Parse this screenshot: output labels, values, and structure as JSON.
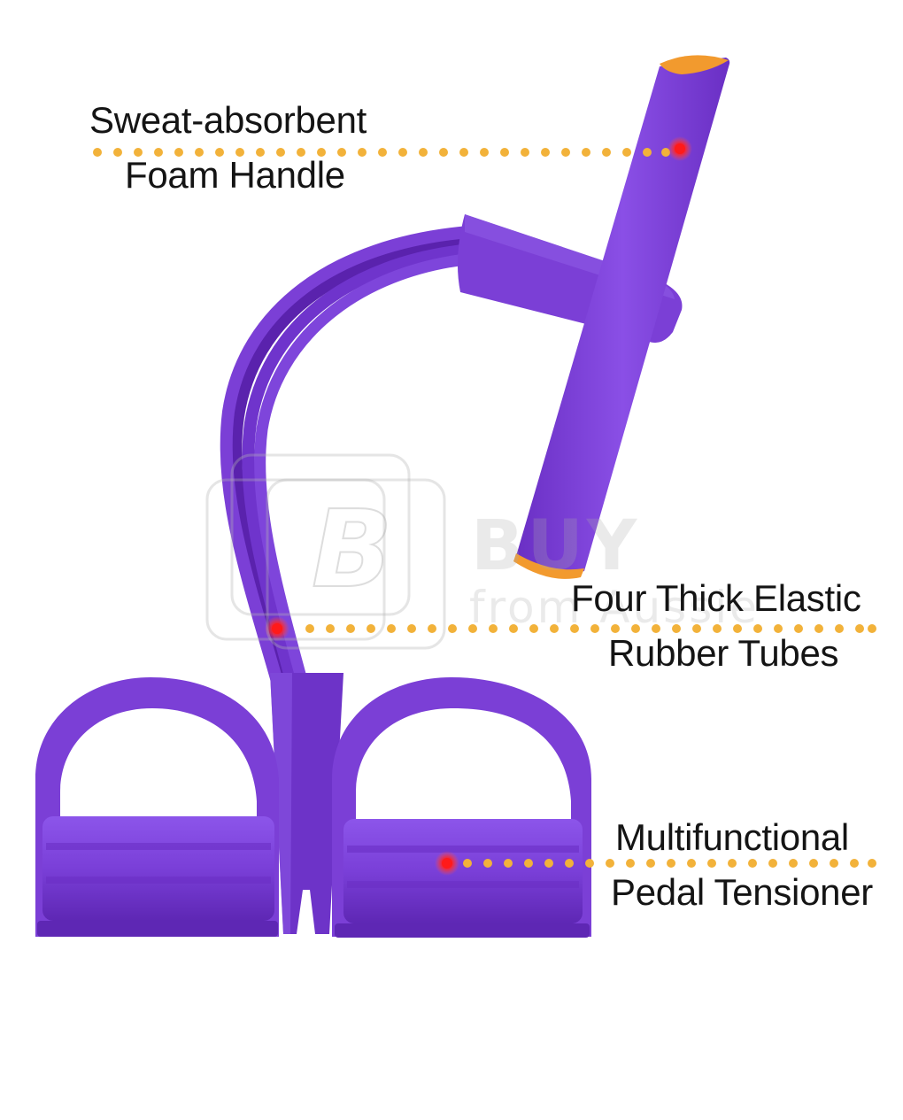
{
  "callouts": {
    "handle": {
      "line1": "Sweat-absorbent",
      "line2": "Foam Handle"
    },
    "tubes": {
      "line1": "Four Thick Elastic",
      "line2": "Rubber Tubes"
    },
    "pedal": {
      "line1": "Multifunctional",
      "line2": "Pedal Tensioner"
    }
  },
  "watermark": {
    "brand_initial": "B",
    "line1": "BUY",
    "line2": "from Aussie"
  },
  "colors": {
    "product_purple": "#7b3fd6",
    "dot_yellow": "#f2b23a",
    "marker_red": "#ff1a1a",
    "end_cap_orange": "#f29a2e"
  }
}
